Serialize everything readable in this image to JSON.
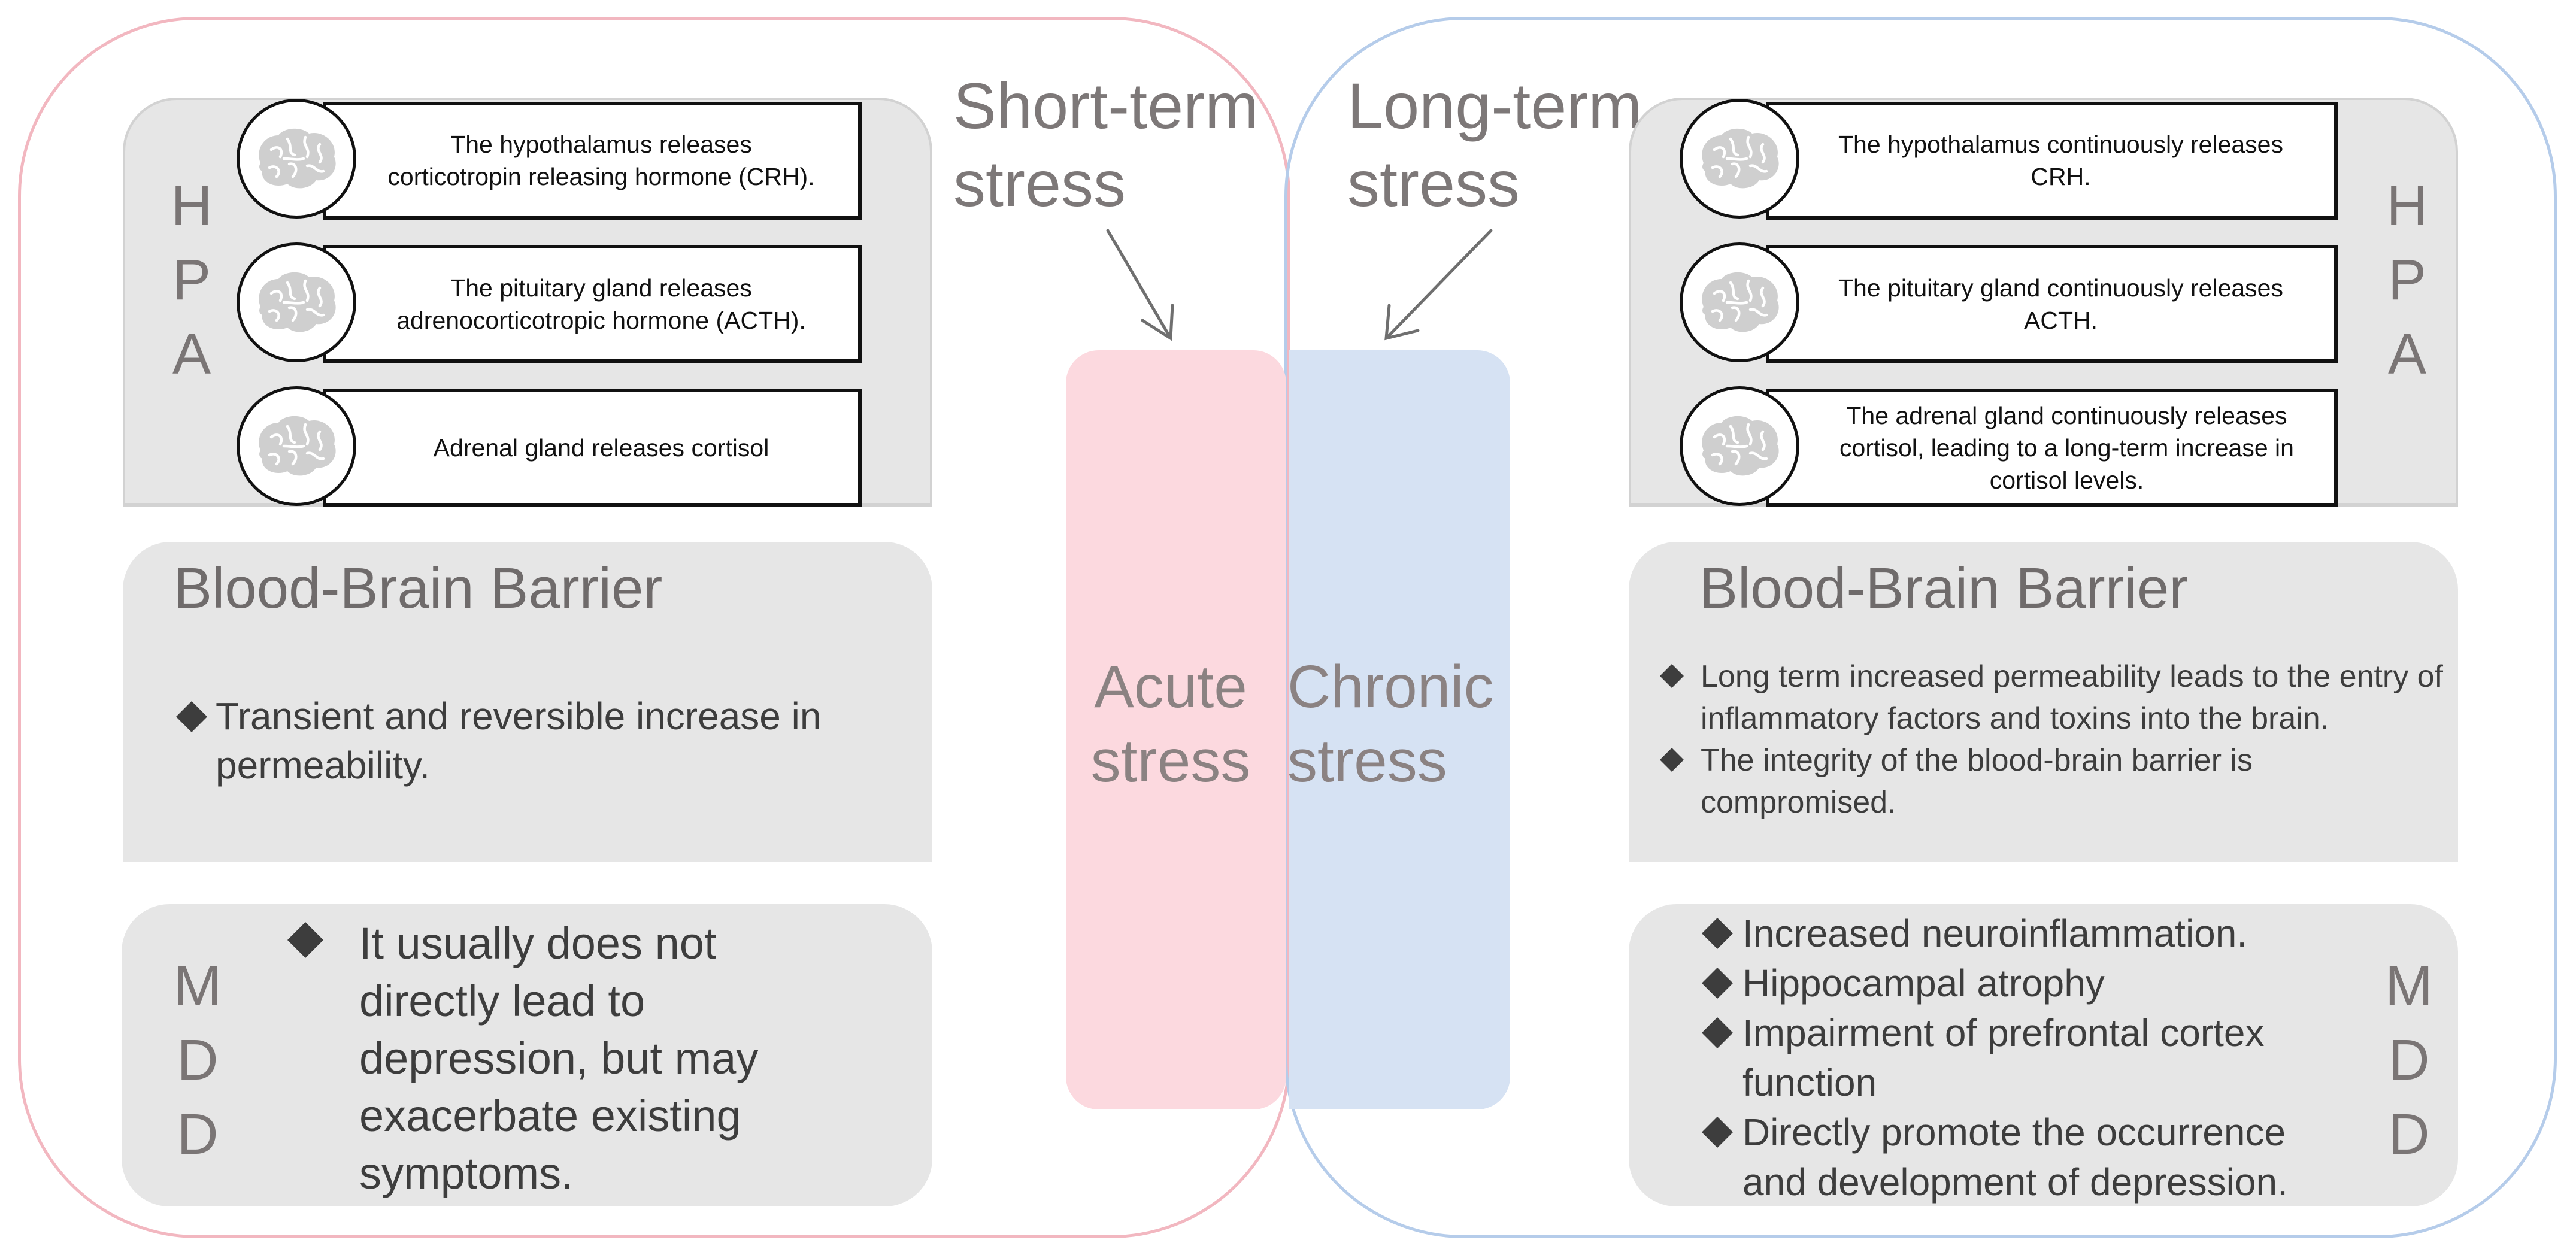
{
  "colors": {
    "acute_outline": "#f2b7c0",
    "chronic_outline": "#b5ccea",
    "acute_fill": "#fcd9df",
    "chronic_fill": "#d6e2f3",
    "panel_grey": "#e6e6e6"
  },
  "icons": {
    "brain": "brain-icon",
    "bullet": "diamond-bullet",
    "arrow": "arrow-icon"
  },
  "stress": {
    "short_term": [
      "Short-term",
      "stress"
    ],
    "long_term": [
      "Long-term",
      "stress"
    ],
    "acute": [
      "Acute",
      "stress"
    ],
    "chronic": [
      "Chronic",
      "stress"
    ]
  },
  "left": {
    "hpa_letters": [
      "H",
      "P",
      "A"
    ],
    "hpa_steps": [
      "The hypothalamus releases corticotropin releasing hormone (CRH).",
      "The pituitary gland releases adrenocorticotropic hormone (ACTH).",
      "Adrenal gland releases cortisol"
    ],
    "bbb_title": "Blood-Brain Barrier",
    "bbb_bullets": [
      "Transient and reversible increase in permeability."
    ],
    "mdd_letters": [
      "M",
      "D",
      "D"
    ],
    "mdd_bullets": [
      "It usually does not directly lead to depression, but may exacerbate existing symptoms."
    ]
  },
  "right": {
    "hpa_letters": [
      "H",
      "P",
      "A"
    ],
    "hpa_steps": [
      "The hypothalamus continuously releases CRH.",
      "The pituitary gland continuously releases ACTH.",
      "The adrenal gland continuously releases cortisol, leading to a long-term increase in cortisol levels."
    ],
    "bbb_title": "Blood-Brain Barrier",
    "bbb_bullets": [
      "Long term increased permeability leads to the entry of inflammatory factors and toxins into the brain.",
      "The integrity of the blood-brain barrier is compromised."
    ],
    "mdd_letters": [
      "M",
      "D",
      "D"
    ],
    "mdd_bullets": [
      "Increased neuroinflammation.",
      "Hippocampal atrophy",
      "Impairment of prefrontal cortex function",
      "Directly promote the occurrence and development of depression."
    ]
  }
}
